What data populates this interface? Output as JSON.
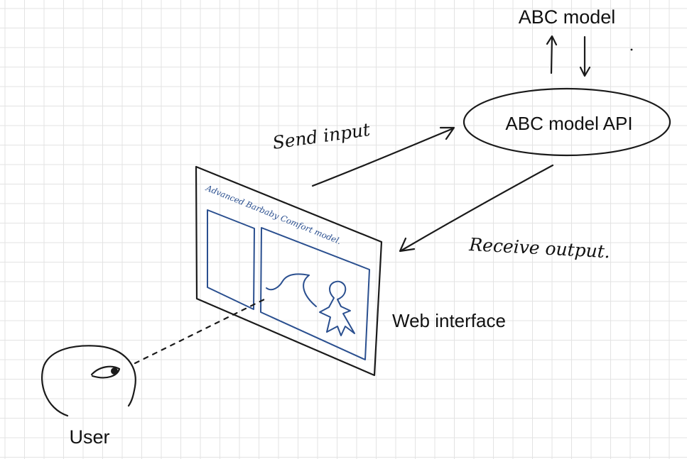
{
  "labels": {
    "abc_model": "ABC model",
    "abc_model_api": "ABC model API",
    "send_input": "Send input",
    "receive_output": "Receive output.",
    "web_interface": "Web interface",
    "user": "User",
    "screen_caption": "Advanced Barbaby Comfort model."
  },
  "colors": {
    "grid": "#e3e3e3",
    "ink": "#1a1a1a",
    "screen_ink": "#2a4f8f",
    "background": "#ffffff"
  }
}
